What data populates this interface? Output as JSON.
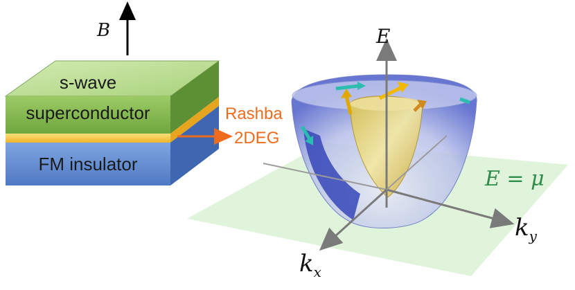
{
  "field_label": "B",
  "layers": {
    "top_line1": "s-wave",
    "top_line2": "superconductor",
    "bottom": "FM insulator"
  },
  "callout": {
    "line1": "Rashba",
    "line2": "2DEG"
  },
  "axes": {
    "energy": "E",
    "kx_main": "k",
    "kx_sub": "x",
    "ky_main": "k",
    "ky_sub": "y"
  },
  "plane_label": "E = μ",
  "colors": {
    "superconductor": "#8fbf5a",
    "insulator": "#6d95d6",
    "twodeg": "#f4c12f",
    "callout": "#ee6b1e",
    "plane": "#d9f3d3",
    "plane_label": "#2e8b4a",
    "axis": "#7a7a7a"
  }
}
